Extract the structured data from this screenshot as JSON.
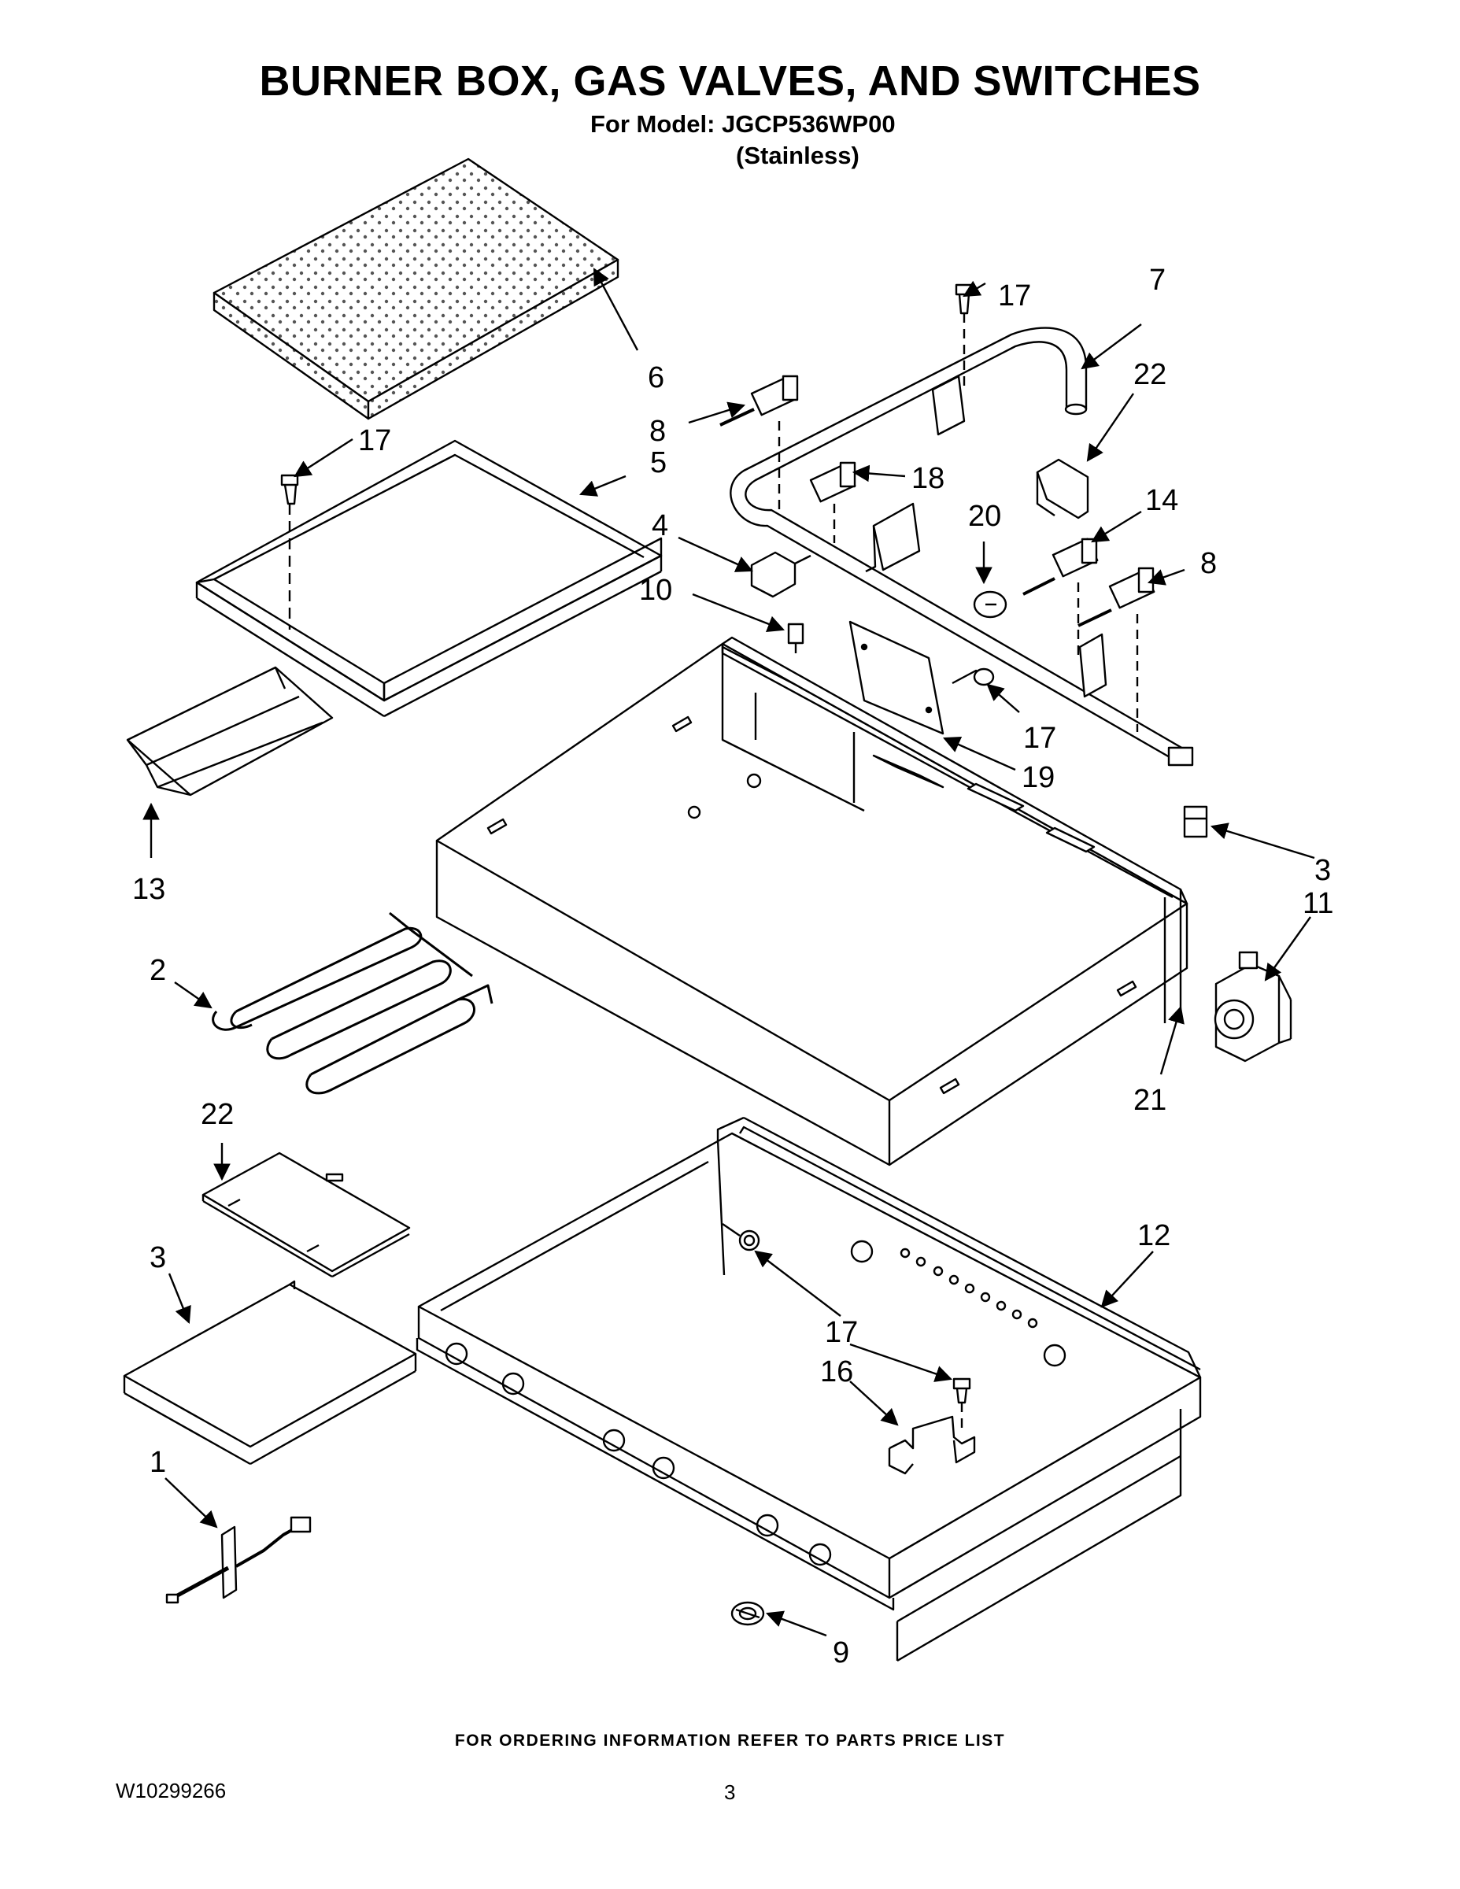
{
  "header": {
    "title": "BURNER BOX, GAS VALVES, AND SWITCHES",
    "model_line": "For Model: JGCP536WP00",
    "finish": "(Stainless)"
  },
  "footer": {
    "ordering_note": "FOR ORDERING INFORMATION REFER TO PARTS PRICE LIST",
    "document_number": "W10299266",
    "page_number": "3"
  },
  "callouts": {
    "c6": "6",
    "c17a": "17",
    "c7": "7",
    "c22a": "22",
    "c8a": "8",
    "c5": "5",
    "c17b": "17",
    "c18": "18",
    "c4": "4",
    "c20": "20",
    "c14": "14",
    "c8b": "8",
    "c10": "10",
    "c17c": "17",
    "c19": "19",
    "c13": "13",
    "c3a": "3",
    "c11": "11",
    "c2": "2",
    "c21": "21",
    "c22b": "22",
    "c12": "12",
    "c3b": "3",
    "c17d": "17",
    "c16": "16",
    "c1": "1",
    "c9": "9"
  },
  "colors": {
    "ink": "#000000",
    "paper": "#ffffff",
    "shade": "#9a9a9a"
  }
}
